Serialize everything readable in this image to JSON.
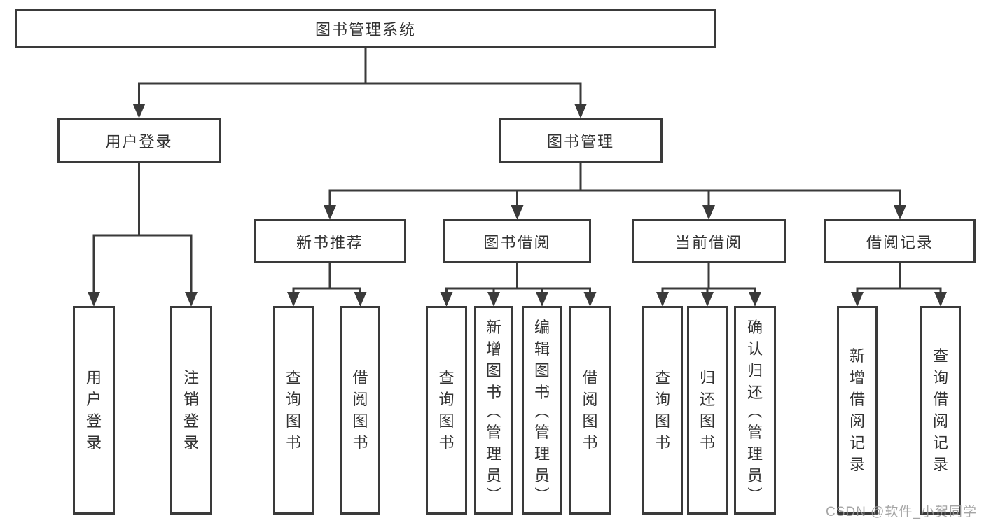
{
  "diagram": {
    "watermark": "CSDN @软件_小贺同学",
    "colors": {
      "line": "#3a3a3a",
      "text": "#333333",
      "background": "#ffffff",
      "watermark": "#989898"
    },
    "tree": {
      "id": "root",
      "label": "图书管理系统",
      "children": [
        {
          "id": "user-login",
          "label": "用户登录",
          "children": [
            {
              "id": "leaf-user-login",
              "label": "用户登录"
            },
            {
              "id": "leaf-logout",
              "label": "注销登录"
            }
          ]
        },
        {
          "id": "book-mgmt",
          "label": "图书管理",
          "children": [
            {
              "id": "new-book-rec",
              "label": "新书推荐",
              "children": [
                {
                  "id": "leaf-query-book-rec",
                  "label": "查询图书"
                },
                {
                  "id": "leaf-borrow-book-rec",
                  "label": "借阅图书"
                }
              ]
            },
            {
              "id": "book-borrow",
              "label": "图书借阅",
              "children": [
                {
                  "id": "leaf-query-book-borrow",
                  "label": "查询图书"
                },
                {
                  "id": "leaf-add-book",
                  "label": "新增图书（管理员）"
                },
                {
                  "id": "leaf-edit-book",
                  "label": "编辑图书（管理员）"
                },
                {
                  "id": "leaf-borrow-book",
                  "label": "借阅图书"
                }
              ]
            },
            {
              "id": "current-borrow",
              "label": "当前借阅",
              "children": [
                {
                  "id": "leaf-query-book-current",
                  "label": "查询图书"
                },
                {
                  "id": "leaf-return-book",
                  "label": "归还图书"
                },
                {
                  "id": "leaf-confirm-return",
                  "label": "确认归还（管理员）"
                }
              ]
            },
            {
              "id": "borrow-records",
              "label": "借阅记录",
              "children": [
                {
                  "id": "leaf-add-record",
                  "label": "新增借阅记录"
                },
                {
                  "id": "leaf-query-record",
                  "label": "查询借阅记录"
                }
              ]
            }
          ]
        }
      ]
    }
  }
}
